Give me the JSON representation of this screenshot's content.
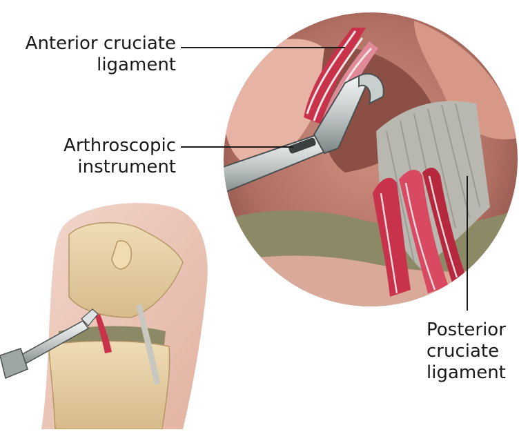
{
  "labels": {
    "acl": {
      "line1": "Anterior cruciate",
      "line2": "ligament"
    },
    "arthroscopic": {
      "line1": "Arthroscopic",
      "line2": "instrument"
    },
    "pcl": {
      "line1": "Posterior",
      "line2": "cruciate",
      "line3": "ligament"
    }
  },
  "colors": {
    "skin": "#e6b9a6",
    "bone": "#e9d2a5",
    "ligament_red": "#c8324a",
    "ligament_gray": "#b8b8b0",
    "meniscus": "#8c8a66",
    "instrument": "#d8dcdc"
  }
}
